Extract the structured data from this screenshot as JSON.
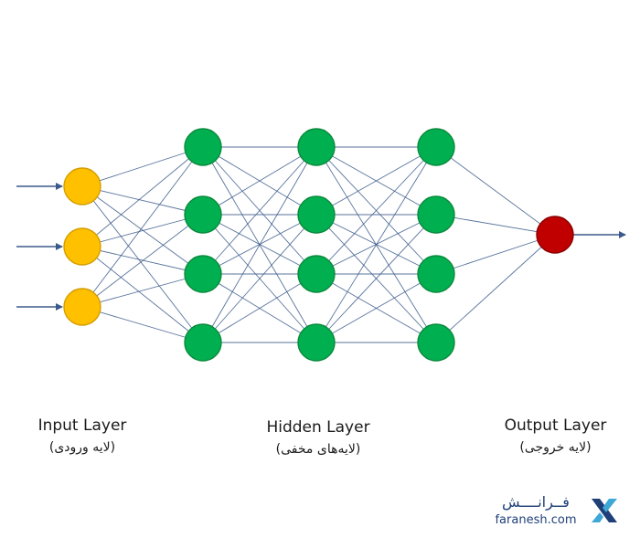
{
  "layers": {
    "input": {
      "title": "Input Layer",
      "subtitle": "(لایه ورودی)",
      "neurons": 3,
      "color": "#FFC000",
      "stroke": "#D49E00"
    },
    "hidden": {
      "title": "Hidden Layer",
      "subtitle": "(لایه‌های مخفی)",
      "columns": 3,
      "neurons_per_column": 4,
      "color": "#00B050",
      "stroke": "#0A8A3C"
    },
    "output": {
      "title": "Output Layer",
      "subtitle": "(لایه خروجی)",
      "neurons": 1,
      "color": "#C00000",
      "stroke": "#8A0000"
    }
  },
  "connection_color": "#3B5A8A",
  "brand": {
    "name_fa": "فــرانــــش",
    "name_latin": "faranesh.com",
    "logo_icon": "x-logo-icon",
    "color": "#1F3F78"
  }
}
